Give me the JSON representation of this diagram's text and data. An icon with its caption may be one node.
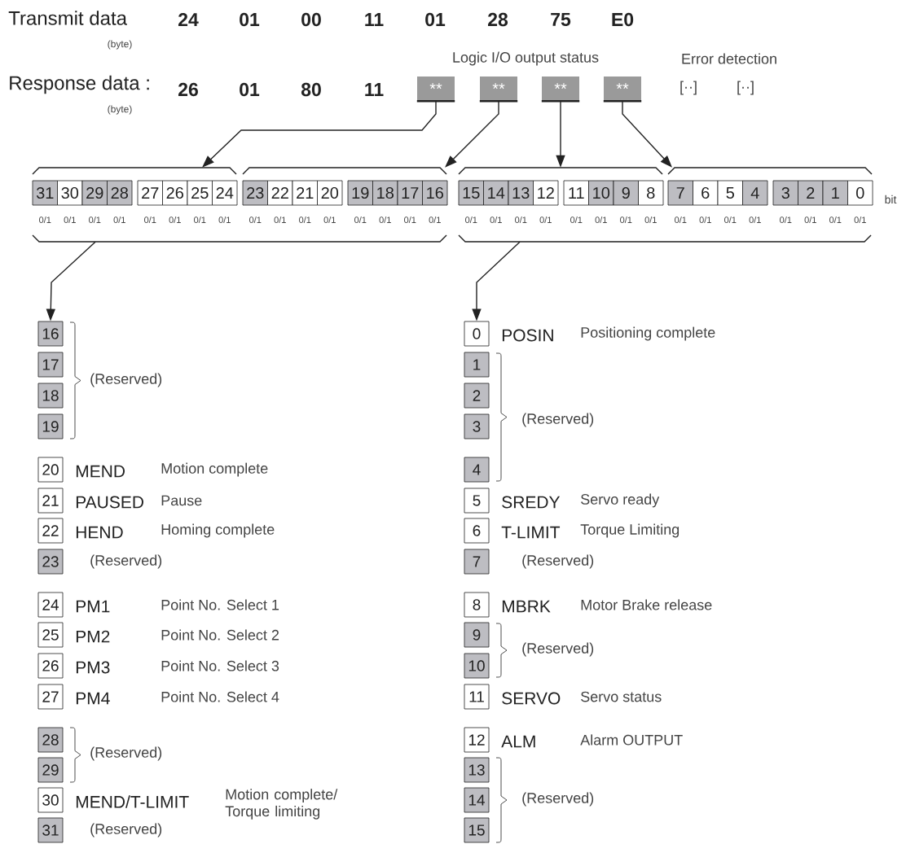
{
  "diagram": {
    "nodes": [
      {
        "text": [
          "**"
        ]
      },
      {
        "text": [
          "**"
        ]
      },
      {
        "text": [
          "**"
        ]
      },
      {
        "text": [
          "**"
        ]
      },
      {
        "text": [],
        "shape": "bracket"
      },
      {
        "text": [],
        "shape": "bracket"
      },
      {
        "text": [],
        "shape": "bracket"
      },
      {
        "text": [],
        "shape": "bracket"
      },
      {
        "text": [
          "31"
        ],
        "beside": [
          "0/1"
        ]
      },
      {
        "text": [
          "30"
        ],
        "beside": [
          "0/1"
        ]
      },
      {
        "text": [
          "29"
        ],
        "beside": [
          "0/1"
        ]
      },
      {
        "text": [
          "28"
        ],
        "beside": [
          "0/1"
        ]
      },
      {
        "text": [
          "27"
        ],
        "beside": [
          "0/1"
        ]
      },
      {
        "text": [
          "26"
        ],
        "beside": [
          "0/1"
        ]
      },
      {
        "text": [
          "25"
        ],
        "beside": [
          "0/1"
        ]
      },
      {
        "text": [
          "24"
        ],
        "beside": [
          "0/1"
        ]
      },
      {
        "text": [
          "23"
        ],
        "beside": [
          "0/1"
        ]
      },
      {
        "text": [
          "22"
        ],
        "beside": [
          "0/1"
        ]
      },
      {
        "text": [
          "21"
        ],
        "beside": [
          "0/1"
        ]
      },
      {
        "text": [
          "20"
        ],
        "beside": [
          "0/1"
        ]
      },
      {
        "text": [
          "19"
        ],
        "beside": [
          "0/1"
        ]
      },
      {
        "text": [
          "18"
        ],
        "beside": [
          "0/1"
        ]
      },
      {
        "text": [
          "17"
        ],
        "beside": [
          "0/1"
        ]
      },
      {
        "text": [
          "16"
        ],
        "beside": [
          "0/1"
        ]
      },
      {
        "text": [
          "15"
        ],
        "beside": [
          "0/1"
        ]
      },
      {
        "text": [
          "14"
        ],
        "beside": [
          "0/1"
        ]
      },
      {
        "text": [
          "13"
        ],
        "beside": [
          "0/1"
        ]
      },
      {
        "text": [
          "12"
        ],
        "beside": [
          "0/1"
        ]
      },
      {
        "text": [
          "11"
        ],
        "beside": [
          "0/1"
        ]
      },
      {
        "text": [
          "10"
        ],
        "beside": [
          "0/1"
        ]
      },
      {
        "text": [
          "9"
        ],
        "beside": [
          "0/1"
        ]
      },
      {
        "text": [
          "8"
        ],
        "beside": [
          "0/1"
        ]
      },
      {
        "text": [
          "7"
        ],
        "beside": [
          "0/1"
        ]
      },
      {
        "text": [
          "6"
        ],
        "beside": [
          "0/1"
        ]
      },
      {
        "text": [
          "5"
        ],
        "beside": [
          "0/1"
        ]
      },
      {
        "text": [
          "4"
        ],
        "beside": [
          "0/1"
        ]
      },
      {
        "text": [
          "3"
        ],
        "beside": [
          "0/1"
        ]
      },
      {
        "text": [
          "2"
        ],
        "beside": [
          "0/1"
        ]
      },
      {
        "text": [
          "1"
        ],
        "beside": [
          "0/1"
        ]
      },
      {
        "text": [
          "0"
        ],
        "beside": [
          "0/1"
        ]
      },
      {
        "text": [],
        "shape": "bracket"
      },
      {
        "text": [],
        "shape": "bracket"
      },
      {
        "text": [
          "16"
        ]
      },
      {
        "text": [
          "17"
        ]
      },
      {
        "text": [
          "18"
        ]
      },
      {
        "text": [
          "19"
        ]
      },
      {
        "text": [
          "20"
        ],
        "beside": [
          "MEND",
          "Motion complete"
        ]
      },
      {
        "text": [
          "21"
        ],
        "beside": [
          "PAUSED",
          "Pause"
        ]
      },
      {
        "text": [
          "22"
        ],
        "beside": [
          "HEND",
          "Homing complete"
        ]
      },
      {
        "text": [
          "23"
        ],
        "beside": [
          "(Reserved)"
        ]
      },
      {
        "text": [
          "24"
        ],
        "beside": [
          "PM1",
          "Point No. Select 1"
        ]
      },
      {
        "text": [
          "25"
        ],
        "beside": [
          "PM2",
          "Point No. Select 2"
        ]
      },
      {
        "text": [
          "26"
        ],
        "beside": [
          "PM3",
          "Point No. Select 3"
        ]
      },
      {
        "text": [
          "27"
        ],
        "beside": [
          "PM4",
          "Point No. Select 4"
        ]
      },
      {
        "text": [
          "28"
        ]
      },
      {
        "text": [
          "29"
        ]
      },
      {
        "text": [
          "30"
        ],
        "beside": [
          "MEND/T-LIMIT",
          "Motion complete/ Torque limiting"
        ]
      },
      {
        "text": [
          "31"
        ],
        "beside": [
          "(Reserved)"
        ]
      },
      {
        "text": [
          "0"
        ],
        "beside": [
          "POSIN",
          "Positioning complete"
        ]
      },
      {
        "text": [
          "1"
        ]
      },
      {
        "text": [
          "2"
        ]
      },
      {
        "text": [
          "3"
        ]
      },
      {
        "text": [
          "4"
        ]
      },
      {
        "text": [
          "5"
        ],
        "beside": [
          "SREDY",
          "Servo ready"
        ]
      },
      {
        "text": [
          "6"
        ],
        "beside": [
          "T-LIMIT",
          "Torque Limiting"
        ]
      },
      {
        "text": [
          "7"
        ],
        "beside": [
          "(Reserved)"
        ]
      },
      {
        "text": [
          "8"
        ],
        "beside": [
          "MBRK",
          "Motor Brake release"
        ]
      },
      {
        "text": [
          "9"
        ]
      },
      {
        "text": [
          "10"
        ]
      },
      {
        "text": [
          "11"
        ],
        "beside": [
          "SERVO",
          "Servo status"
        ]
      },
      {
        "text": [
          "12"
        ],
        "beside": [
          "ALM",
          "Alarm OUTPUT"
        ]
      },
      {
        "text": [
          "13"
        ]
      },
      {
        "text": [
          "14"
        ]
      },
      {
        "text": [
          "15"
        ]
      }
    ],
    "edges": [
      {
        "from": 0,
        "to": 4,
        "arrow": "to"
      },
      {
        "from": 1,
        "to": 5,
        "arrow": "to"
      },
      {
        "from": 2,
        "to": 6,
        "arrow": "to"
      },
      {
        "from": 3,
        "to": 7,
        "arrow": "to"
      },
      {
        "from": 40,
        "to": 42,
        "arrow": "to"
      },
      {
        "from": 41,
        "to": 58,
        "arrow": "to"
      }
    ],
    "labels": [
      "Transmit data",
      "24",
      "01",
      "00",
      "11",
      "01",
      "28",
      "75",
      "E0",
      "(byte)",
      "Logic I/O output status",
      "Error detection",
      "Response data :",
      "26",
      "01",
      "80",
      "11",
      "[··]",
      "[··]",
      "(byte)",
      "bit",
      "(Reserved)",
      "(Reserved)",
      "(Reserved)",
      "(Reserved)",
      "(Reserved)"
    ]
  }
}
